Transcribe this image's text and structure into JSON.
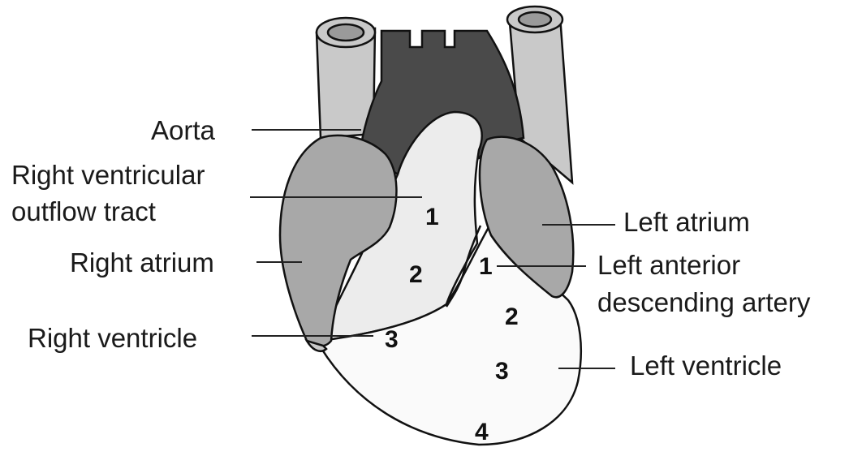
{
  "colors": {
    "background": "#ffffff",
    "vessel_light": "#c9c9c9",
    "vessel_inner": "#9a9a9a",
    "aorta": "#4a4a4a",
    "atrium": "#a8a8a8",
    "outflow_tract": "#ececec",
    "ventricle": "#fafafa",
    "outline": "#111111"
  },
  "labels": {
    "aorta": "Aorta",
    "rvot_line1": "Right ventricular",
    "rvot_line2": "outflow tract",
    "right_atrium": "Right atrium",
    "right_ventricle": "Right ventricle",
    "left_atrium": "Left atrium",
    "lad_line1": "Left anterior",
    "lad_line2": "descending artery",
    "left_ventricle": "Left ventricle"
  },
  "segment_numbers": {
    "rv_1": "1",
    "rv_2": "2",
    "rv_3": "3",
    "lad_1": "1",
    "lv_2": "2",
    "lv_3": "3",
    "apex_4": "4"
  }
}
